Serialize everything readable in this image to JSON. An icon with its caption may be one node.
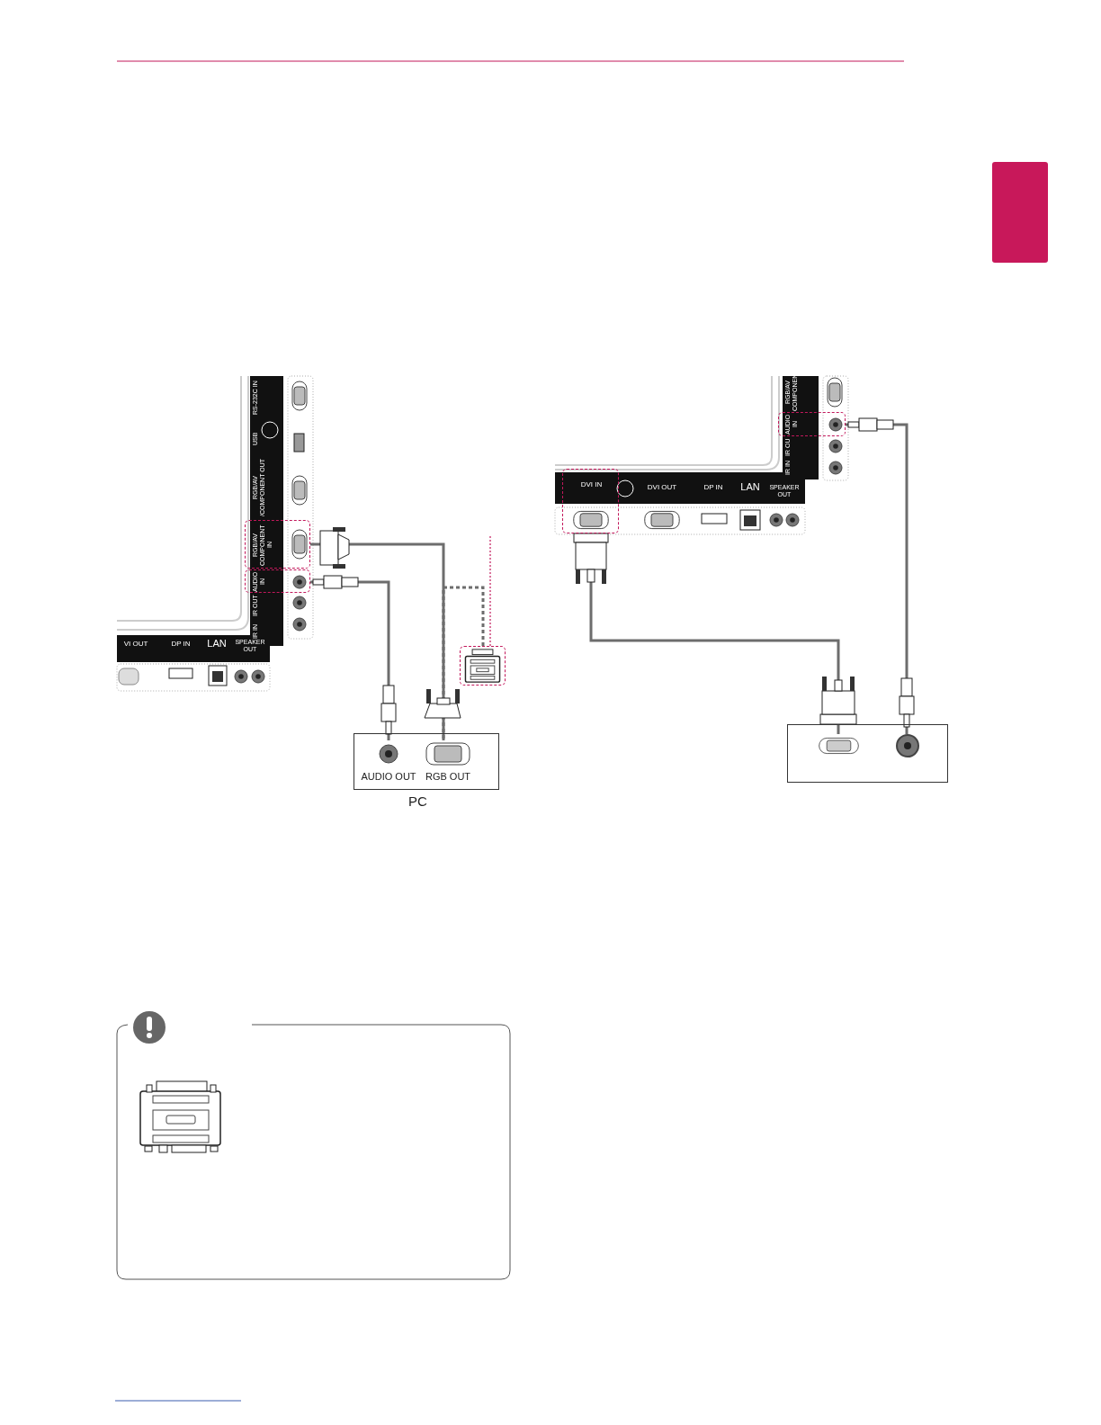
{
  "diagram": {
    "nodes": [
      {
        "text": [
          "RGB/AV COMPONENT IN"
        ]
      },
      {
        "text": [
          "AUDIO IN"
        ]
      },
      {
        "text": [],
        "shape": "box",
        "beside": [
          "PC"
        ]
      },
      {
        "text": [
          "AUDIO OUT"
        ],
        "in": 2
      },
      {
        "text": [
          "RGB OUT"
        ],
        "in": 2
      },
      {
        "text": [],
        "shape": "picture"
      },
      {
        "text": [
          "AUDIO IN"
        ]
      },
      {
        "text": [
          "DVI IN"
        ]
      },
      {
        "text": [],
        "shape": "box"
      },
      {
        "text": [],
        "shape": "picture",
        "in": 8
      },
      {
        "text": [],
        "shape": "circle",
        "in": 8
      }
    ],
    "edges": [
      {
        "from": 0,
        "to": 4,
        "arrow": "none"
      },
      {
        "from": 1,
        "to": 3,
        "arrow": "none"
      },
      {
        "from": 5,
        "to": 4,
        "arrow": "none",
        "style": "dashed"
      },
      {
        "from": 7,
        "to": 9,
        "arrow": "none"
      },
      {
        "from": 6,
        "to": 10,
        "arrow": "none"
      },
      {
        "from": 5,
        "to": null,
        "arrow": "none",
        "style": "dashed",
        "color": "#c2185b"
      }
    ],
    "labels": [
      "RS-232C IN",
      "USB",
      "RGB/AV /COMPONENT OUT",
      "IR OUT",
      "IR IN",
      "VI OUT",
      "DP IN",
      "LAN",
      "SPEAKER OUT",
      "RGB/AV COMPONEN",
      "IR OU",
      "IR IN",
      "DVI OUT",
      "DP IN",
      "LAN",
      "SPEAKER OUT"
    ]
  }
}
